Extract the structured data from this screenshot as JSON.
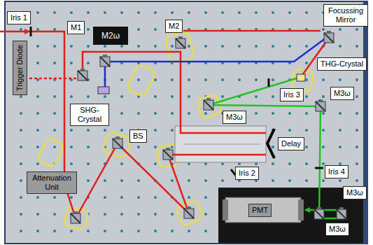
{
  "diagram": {
    "nodes": [
      {
        "text": [
          "Iris 1"
        ]
      },
      {
        "text": [
          "M1"
        ]
      },
      {
        "text": [
          "M2ω"
        ]
      },
      {
        "text": [
          "M2"
        ]
      },
      {
        "text": [
          "Focussing Mirror"
        ]
      },
      {
        "text": [
          "THG-Crystal"
        ]
      },
      {
        "text": [
          "Trigger Diode"
        ]
      },
      {
        "text": [
          "Iris 3"
        ]
      },
      {
        "text": [
          "M3ω"
        ]
      },
      {
        "text": [
          "M3ω"
        ]
      },
      {
        "text": [
          "SHG-Crystal"
        ]
      },
      {
        "text": [
          "BS"
        ]
      },
      {
        "text": [
          "Delay"
        ]
      },
      {
        "text": [
          "Iris 2"
        ]
      },
      {
        "text": [
          "Iris 4"
        ]
      },
      {
        "text": [
          "Attenuation Unit"
        ]
      },
      {
        "text": [
          "M3ω"
        ]
      },
      {
        "text": [
          "PMT"
        ]
      },
      {
        "text": [
          "M3ω"
        ]
      }
    ]
  }
}
